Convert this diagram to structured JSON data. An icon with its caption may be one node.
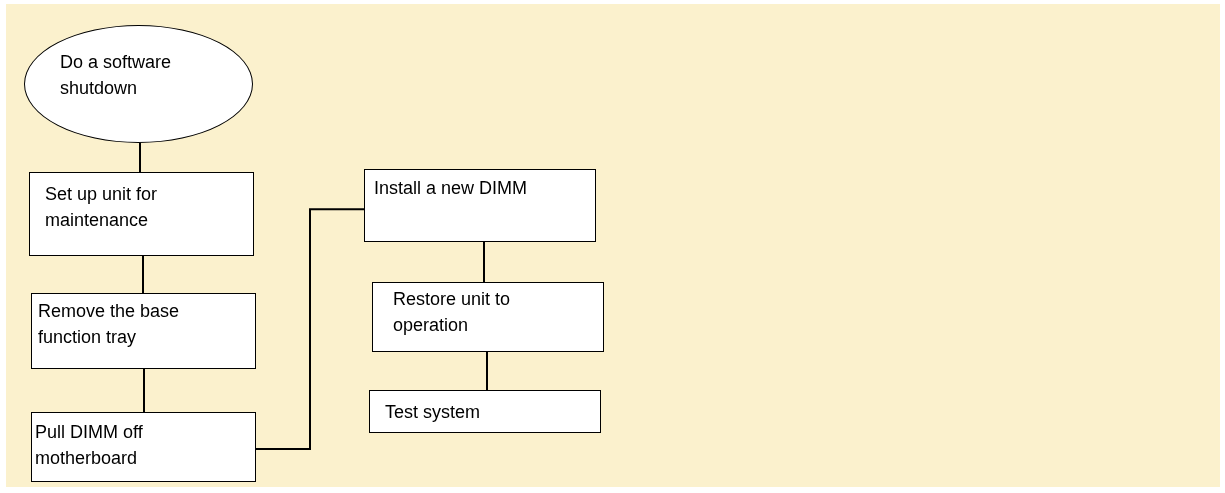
{
  "diagram": {
    "nodes": [
      {
        "text": [
          "Do a software shutdown"
        ]
      },
      {
        "text": [
          "Set up unit for maintenance"
        ]
      },
      {
        "text": [
          "Remove the base function tray"
        ]
      },
      {
        "text": [
          "Pull DIMM off motherboard"
        ]
      },
      {
        "text": [
          "Install a new DIMM"
        ]
      },
      {
        "text": [
          "Restore unit to operation"
        ]
      },
      {
        "text": [
          "Test system"
        ]
      }
    ],
    "edges": [
      {
        "from": 0,
        "to": 1,
        "arrow": "none"
      },
      {
        "from": 1,
        "to": 2,
        "arrow": "none"
      },
      {
        "from": 2,
        "to": 3,
        "arrow": "none"
      },
      {
        "from": 3,
        "to": 4,
        "arrow": "none"
      },
      {
        "from": 4,
        "to": 5,
        "arrow": "none"
      },
      {
        "from": 5,
        "to": 6,
        "arrow": "none"
      }
    ]
  }
}
